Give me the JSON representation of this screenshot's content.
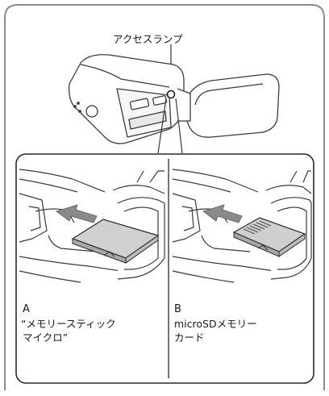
{
  "callout_label": "アクセスランプ",
  "panels": [
    {
      "letter": "A",
      "lines": [
        "“メモリースティック",
        "マイクロ”"
      ]
    },
    {
      "letter": "B",
      "lines": [
        "microSDメモリー",
        "カード"
      ]
    }
  ],
  "colors": {
    "frame": "#8c8c8c",
    "line": "#3a3a3a",
    "fill": "#ffffff",
    "card": "#cfcfcf",
    "arrow": "#8a8a8a"
  }
}
